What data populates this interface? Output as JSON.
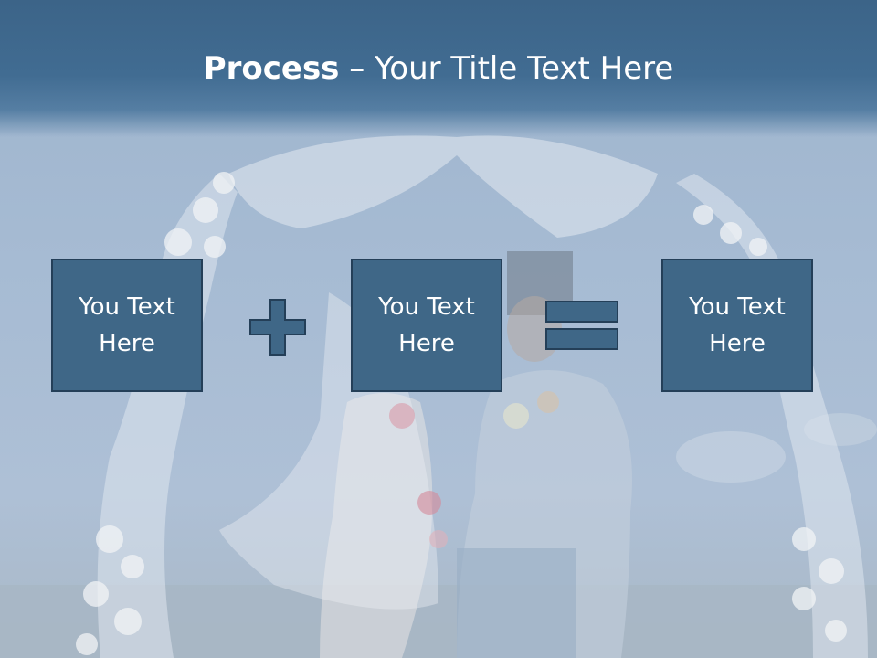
{
  "slide": {
    "title_bold": "Process",
    "title_rest": " – Your Title Text Here",
    "boxes": [
      {
        "line1": "You Text",
        "line2": "Here"
      },
      {
        "line1": "You Text",
        "line2": "Here"
      },
      {
        "line1": "You Text",
        "line2": "Here"
      }
    ],
    "operators": [
      "plus-icon",
      "equals-icon"
    ],
    "colors": {
      "title_band": "#416c92",
      "box_fill": "#3f6787",
      "box_border": "#243f58",
      "text": "#ffffff"
    }
  }
}
